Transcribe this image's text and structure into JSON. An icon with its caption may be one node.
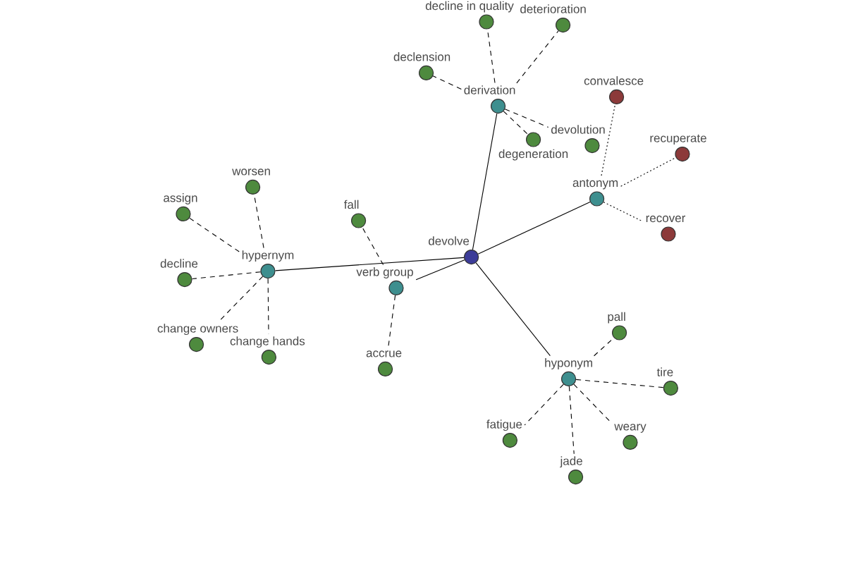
{
  "diagram": {
    "nodes": [
      {
        "text": [
          "decline in quality"
        ]
      },
      {
        "text": [
          "deterioration"
        ]
      },
      {
        "text": [
          "declension"
        ]
      },
      {
        "text": [
          "convalesce"
        ]
      },
      {
        "text": [
          "derivation"
        ]
      },
      {
        "text": [
          "degeneration"
        ]
      },
      {
        "text": [
          "devolution"
        ]
      },
      {
        "text": [
          "recuperate"
        ]
      },
      {
        "text": [
          "worsen"
        ]
      },
      {
        "text": [
          "antonym"
        ]
      },
      {
        "text": [
          "assign"
        ]
      },
      {
        "text": [
          "fall"
        ]
      },
      {
        "text": [
          "recover"
        ]
      },
      {
        "text": [
          "devolve"
        ]
      },
      {
        "text": [
          "hypernym"
        ]
      },
      {
        "text": [
          "decline"
        ]
      },
      {
        "text": [
          "verb group"
        ]
      },
      {
        "text": [
          "pall"
        ]
      },
      {
        "text": [
          "change owners"
        ]
      },
      {
        "text": [
          "change hands"
        ]
      },
      {
        "text": [
          "accrue"
        ]
      },
      {
        "text": [
          "hyponym"
        ]
      },
      {
        "text": [
          "tire"
        ]
      },
      {
        "text": [
          "fatigue"
        ]
      },
      {
        "text": [
          "weary"
        ]
      },
      {
        "text": [
          "jade"
        ]
      }
    ],
    "edges": [
      {
        "from": 13,
        "to": 4,
        "arrow": "none"
      },
      {
        "from": 13,
        "to": 9,
        "arrow": "none"
      },
      {
        "from": 13,
        "to": 14,
        "arrow": "none"
      },
      {
        "from": 13,
        "to": 16,
        "arrow": "none"
      },
      {
        "from": 13,
        "to": 21,
        "arrow": "none"
      },
      {
        "from": 4,
        "to": 0,
        "arrow": "none",
        "style": "dashed"
      },
      {
        "from": 4,
        "to": 1,
        "arrow": "none",
        "style": "dashed"
      },
      {
        "from": 4,
        "to": 2,
        "arrow": "none",
        "style": "dashed"
      },
      {
        "from": 4,
        "to": 5,
        "arrow": "none",
        "style": "dashed"
      },
      {
        "from": 4,
        "to": 6,
        "arrow": "none",
        "style": "dashed"
      },
      {
        "from": 9,
        "to": 3,
        "arrow": "none",
        "style": "dashed"
      },
      {
        "from": 9,
        "to": 7,
        "arrow": "none",
        "style": "dashed"
      },
      {
        "from": 9,
        "to": 12,
        "arrow": "none",
        "style": "dashed"
      },
      {
        "from": 16,
        "to": 11,
        "arrow": "none",
        "style": "dashed"
      },
      {
        "from": 16,
        "to": 20,
        "arrow": "none",
        "style": "dashed"
      },
      {
        "from": 14,
        "to": 8,
        "arrow": "none",
        "style": "dashed"
      },
      {
        "from": 14,
        "to": 10,
        "arrow": "none",
        "style": "dashed"
      },
      {
        "from": 14,
        "to": 15,
        "arrow": "none",
        "style": "dashed"
      },
      {
        "from": 14,
        "to": 18,
        "arrow": "none",
        "style": "dashed"
      },
      {
        "from": 14,
        "to": 19,
        "arrow": "none",
        "style": "dashed"
      },
      {
        "from": 21,
        "to": 17,
        "arrow": "none",
        "style": "dashed"
      },
      {
        "from": 21,
        "to": 22,
        "arrow": "none",
        "style": "dashed"
      },
      {
        "from": 21,
        "to": 23,
        "arrow": "none",
        "style": "dashed"
      },
      {
        "from": 21,
        "to": 24,
        "arrow": "none",
        "style": "dashed"
      },
      {
        "from": 21,
        "to": 25,
        "arrow": "none",
        "style": "dashed"
      }
    ]
  }
}
